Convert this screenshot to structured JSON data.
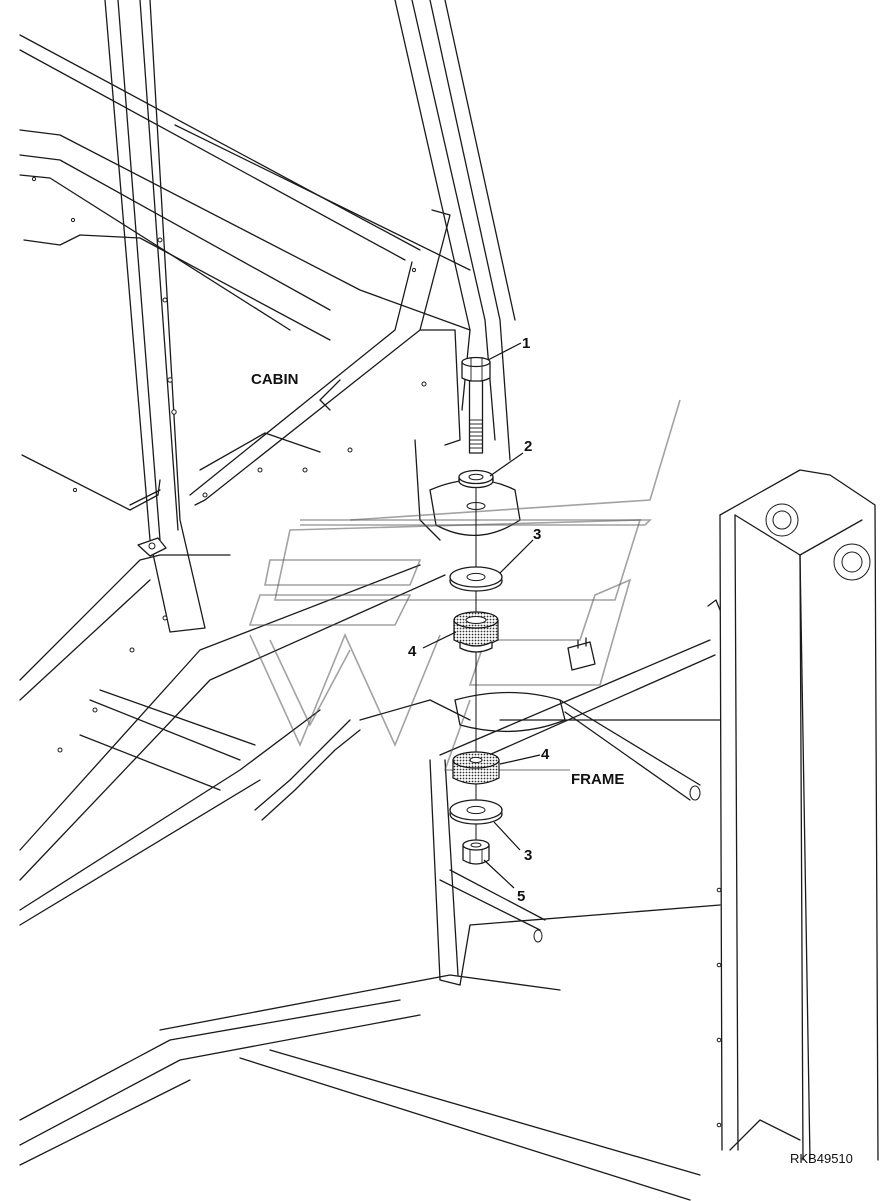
{
  "labels": {
    "cabin": "CABIN",
    "frame": "FRAME",
    "drawing_code": "RKB49510"
  },
  "callouts": [
    {
      "id": "1",
      "part": "bolt"
    },
    {
      "id": "2",
      "part": "washer-small"
    },
    {
      "id": "3",
      "part": "washer-large-upper"
    },
    {
      "id": "4",
      "part": "rubber-mount-upper"
    },
    {
      "id": "4",
      "part": "rubber-mount-lower"
    },
    {
      "id": "3",
      "part": "washer-large-lower"
    },
    {
      "id": "5",
      "part": "nut"
    }
  ]
}
